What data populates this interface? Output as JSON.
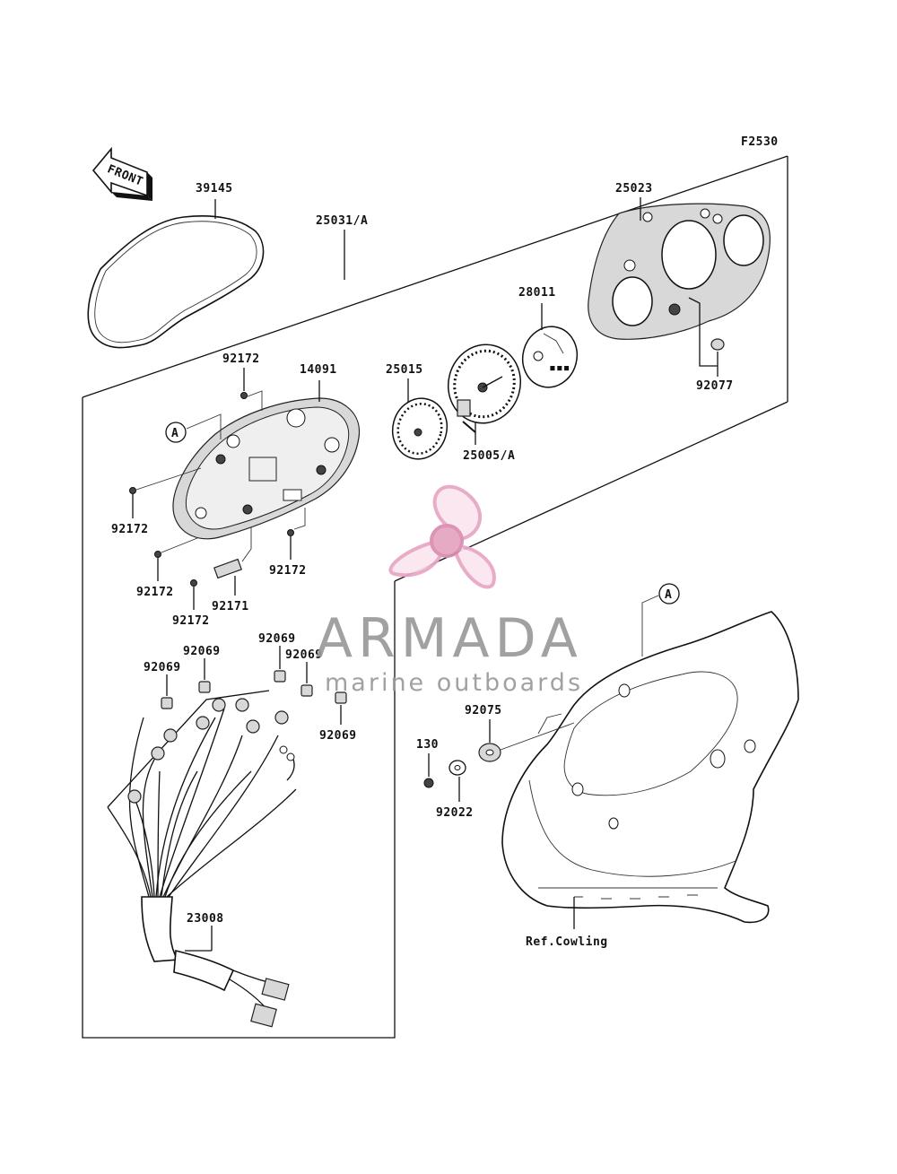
{
  "figure_code": "F2530",
  "front_label": "FRONT",
  "callout": "A",
  "watermark": {
    "brand": "ARMADA",
    "tagline": "marine outboards",
    "brand_color": "#e8a6c4",
    "text_color": "#9a9a9a"
  },
  "parts": [
    {
      "id": "p39145",
      "number": "39145"
    },
    {
      "id": "p25031a",
      "number": "25031/A"
    },
    {
      "id": "p25023",
      "number": "25023"
    },
    {
      "id": "p28011",
      "number": "28011"
    },
    {
      "id": "p92077",
      "number": "92077"
    },
    {
      "id": "p92172a",
      "number": "92172"
    },
    {
      "id": "p14091",
      "number": "14091"
    },
    {
      "id": "p25015",
      "number": "25015"
    },
    {
      "id": "p25005a",
      "number": "25005/A"
    },
    {
      "id": "p92172b",
      "number": "92172"
    },
    {
      "id": "p92172c",
      "number": "92172"
    },
    {
      "id": "p92172d",
      "number": "92172"
    },
    {
      "id": "p92172e",
      "number": "92172"
    },
    {
      "id": "p92171",
      "number": "92171"
    },
    {
      "id": "p92069a",
      "number": "92069"
    },
    {
      "id": "p92069b",
      "number": "92069"
    },
    {
      "id": "p92069c",
      "number": "92069"
    },
    {
      "id": "p92069d",
      "number": "92069"
    },
    {
      "id": "p92069e",
      "number": "92069"
    },
    {
      "id": "p92075",
      "number": "92075"
    },
    {
      "id": "p130",
      "number": "130"
    },
    {
      "id": "p92022",
      "number": "92022"
    },
    {
      "id": "p23008",
      "number": "23008"
    },
    {
      "id": "refcowl",
      "number": "Ref.Cowling"
    }
  ]
}
